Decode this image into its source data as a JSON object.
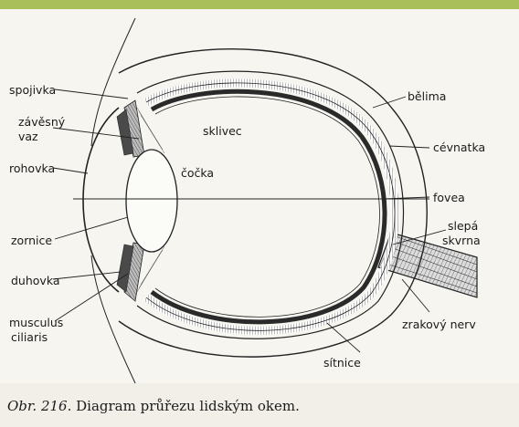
{
  "colors": {
    "top_strip": "#a9c05a",
    "paper": "#f1efe8",
    "ink": "#1b1b1b"
  },
  "labels": {
    "spojivka": "spojivka",
    "zavesny_1": "závěsný",
    "zavesny_2": "vaz",
    "rohovka": "rohovka",
    "zornice": "zornice",
    "duhovka": "duhovka",
    "musculus_1": "musculus",
    "musculus_2": "ciliaris",
    "sklivec": "sklivec",
    "cocka": "čočka",
    "belima": "bělima",
    "cevnatka": "cévnatka",
    "fovea": "fovea",
    "slepa_1": "slepá",
    "slepa_2": "skvrna",
    "zrakovy_nerv": "zrakový nerv",
    "sitnice": "sítnice"
  },
  "caption": {
    "number": "Obr. 216.",
    "text": "Diagram průřezu lidským okem."
  }
}
